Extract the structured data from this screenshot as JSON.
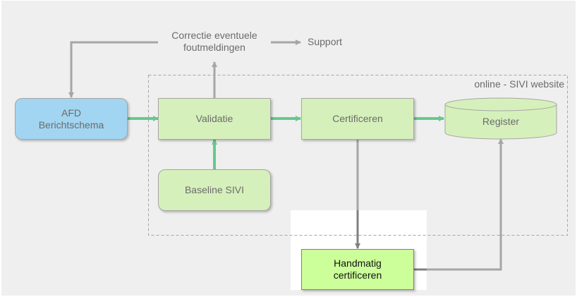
{
  "diagram": {
    "colors": {
      "background": "#efefef",
      "blue_node": "#a2d5f1",
      "green_node": "#d6f0bb",
      "bright_green_node": "#ccff99",
      "green_arrow": "#66c98d",
      "gray_arrow": "#a6a6a6",
      "dark_gray_arrow": "#808080",
      "dashed_border": "#a6a6a6",
      "text": "#6b6b6b"
    },
    "region_label": "online - SIVI website",
    "nodes": {
      "afd": {
        "line1": "AFD",
        "line2": "Berichtschema"
      },
      "validatie": {
        "label": "Validatie"
      },
      "certificeren": {
        "label": "Certificeren"
      },
      "register": {
        "label": "Register"
      },
      "baseline": {
        "label": "Baseline SIVI"
      },
      "handmatig": {
        "line1": "Handmatig",
        "line2": "certificeren"
      },
      "correctie": {
        "line1": "Correctie eventuele",
        "line2": "foutmeldingen"
      },
      "support": {
        "label": "Support"
      }
    },
    "edges": [
      {
        "from": "AFD Berichtschema",
        "to": "Validatie",
        "style": "green"
      },
      {
        "from": "Validatie",
        "to": "Certificeren",
        "style": "green"
      },
      {
        "from": "Certificeren",
        "to": "Register",
        "style": "green"
      },
      {
        "from": "Baseline SIVI",
        "to": "Validatie",
        "style": "green"
      },
      {
        "from": "Validatie",
        "to": "Correctie eventuele foutmeldingen",
        "style": "gray"
      },
      {
        "from": "Correctie eventuele foutmeldingen",
        "to": "AFD Berichtschema",
        "style": "gray"
      },
      {
        "from": "Correctie eventuele foutmeldingen",
        "to": "Support",
        "style": "gray"
      },
      {
        "from": "Certificeren",
        "to": "Handmatig certificeren",
        "style": "gray"
      },
      {
        "from": "Handmatig certificeren",
        "to": "Register",
        "style": "gray"
      }
    ]
  }
}
